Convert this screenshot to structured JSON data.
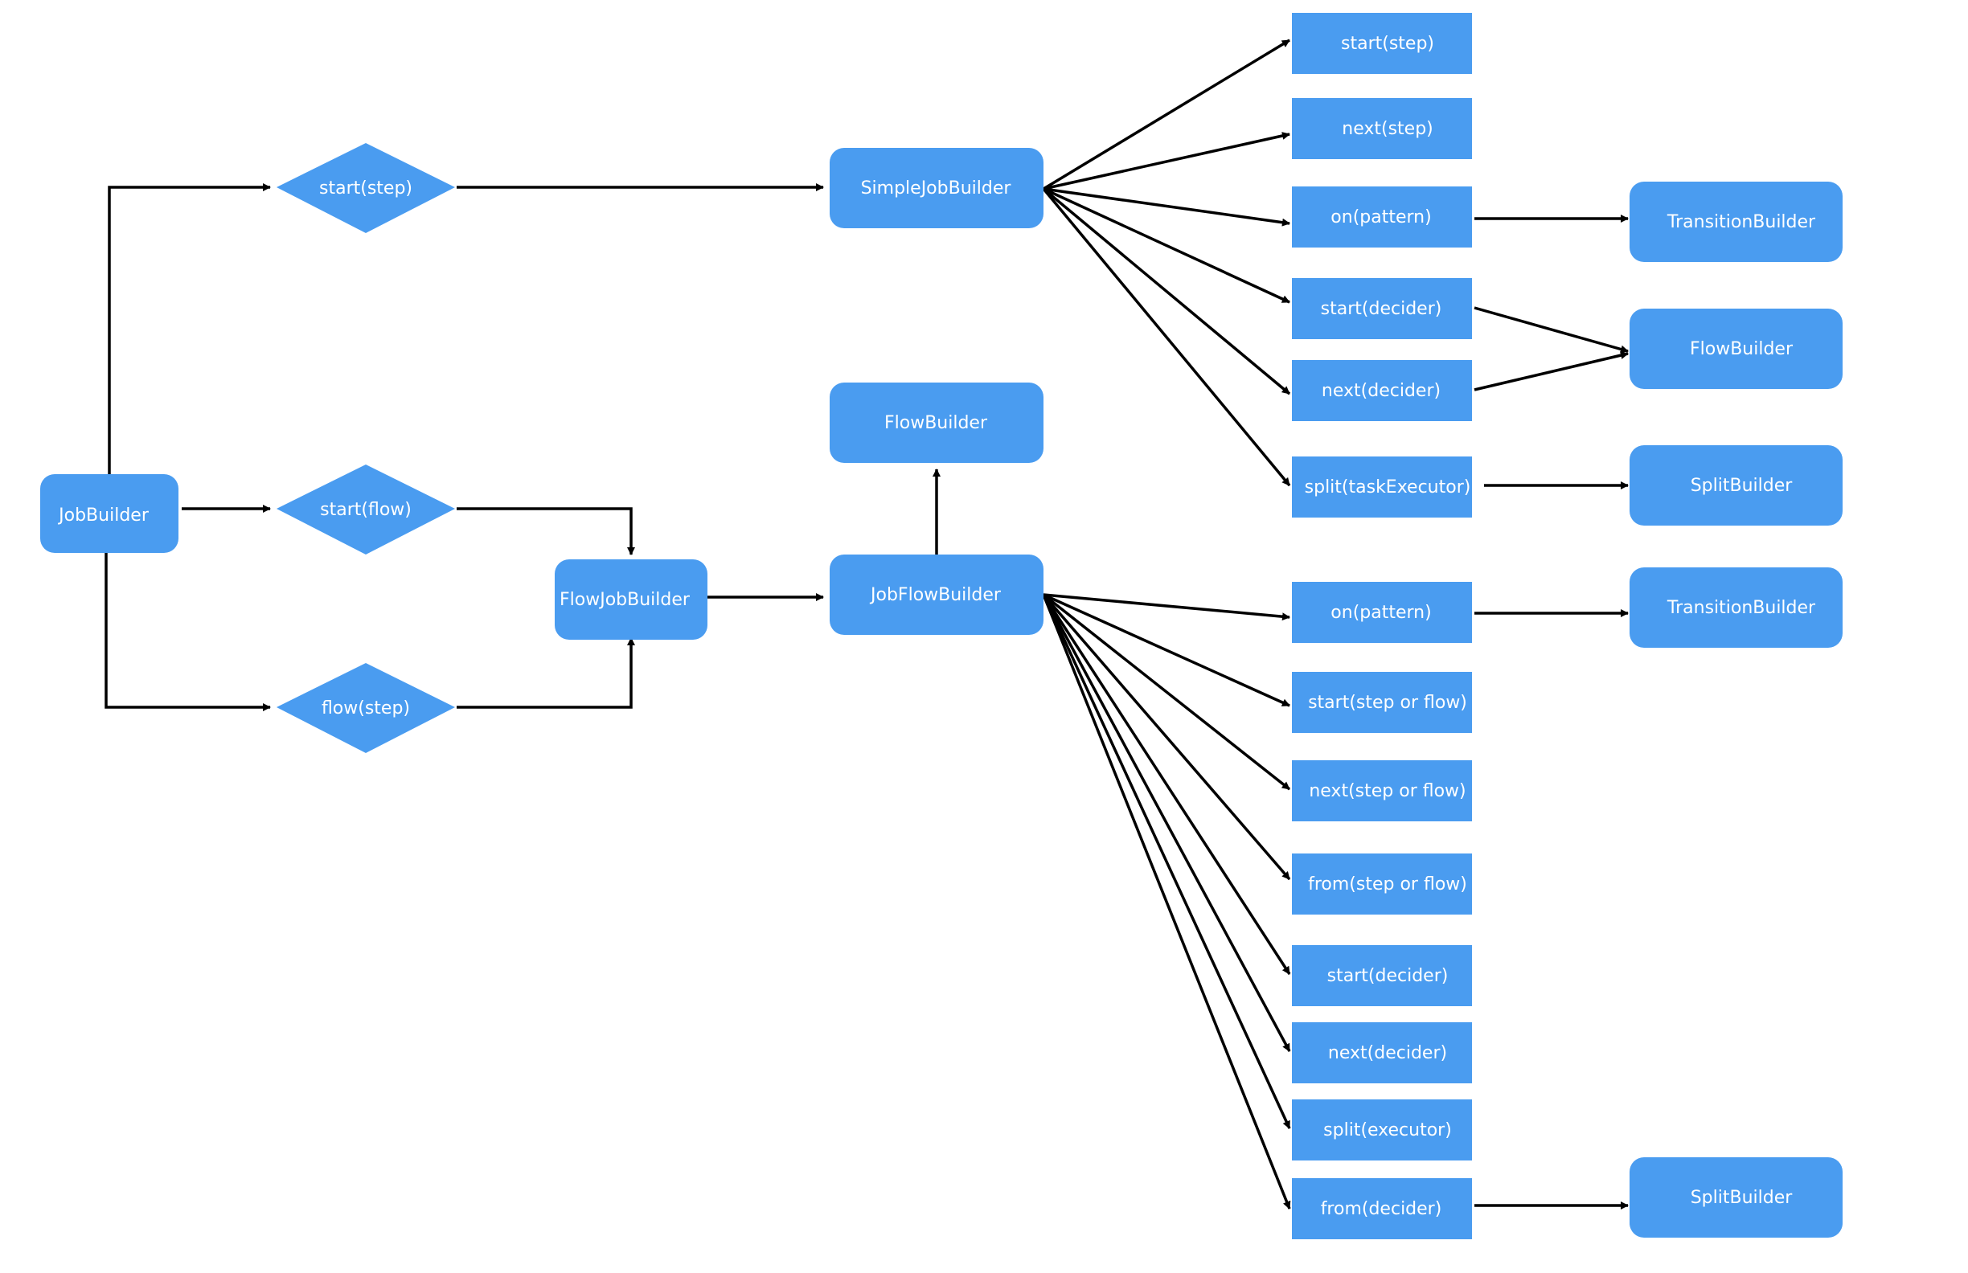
{
  "colors": {
    "node_fill": "#4a9cf0",
    "node_text": "#ffffff",
    "edge": "#000000",
    "background": "#ffffff"
  },
  "nodes": {
    "job_builder": "JobBuilder",
    "start_step_diamond": "start(step)",
    "start_flow_diamond": "start(flow)",
    "flow_step_diamond": "flow(step)",
    "simple_job_builder": "SimpleJobBuilder",
    "flow_job_builder": "FlowJobBuilder",
    "job_flow_builder": "JobFlowBuilder",
    "flow_builder_top": "FlowBuilder",
    "sjb_start_step": "start(step)",
    "sjb_next_step": "next(step)",
    "sjb_on_pattern": "on(pattern)",
    "sjb_start_decider": "start(decider)",
    "sjb_next_decider": "next(decider)",
    "sjb_split_task_executor": "split(taskExecutor)",
    "sjb_transition_builder": "TransitionBuilder",
    "sjb_flow_builder": "FlowBuilder",
    "sjb_split_builder": "SplitBuilder",
    "jfb_on_pattern": "on(pattern)",
    "jfb_start_step_or_flow": "start(step or flow)",
    "jfb_next_step_or_flow": "next(step or flow)",
    "jfb_from_step_or_flow": "from(step or flow)",
    "jfb_start_decider": "start(decider)",
    "jfb_next_decider": "next(decider)",
    "jfb_split_executor": "split(executor)",
    "jfb_from_decider": "from(decider)",
    "jfb_transition_builder": "TransitionBuilder",
    "jfb_split_builder": "SplitBuilder"
  }
}
